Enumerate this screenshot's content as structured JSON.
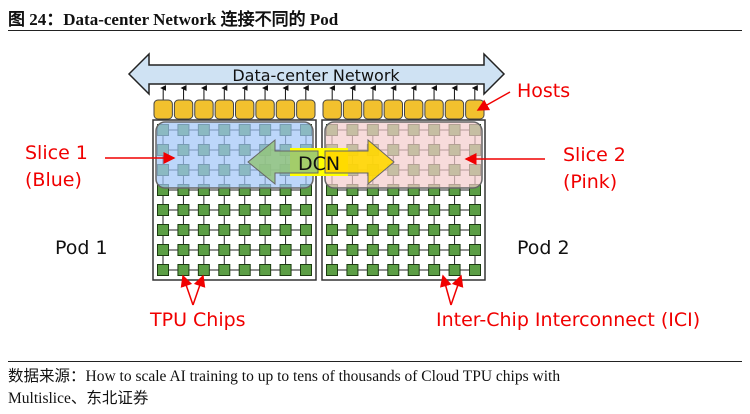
{
  "figure": {
    "title": "图 24：Data-center Network 连接不同的 Pod",
    "source_line1": "数据来源：How to scale AI training to up to tens of thousands of Cloud TPU chips with",
    "source_line2": "Multislice、东北证券"
  },
  "diagram": {
    "network_label": "Data-center Network",
    "dcn_label": "DCN",
    "hosts_label": "Hosts",
    "slice1_label_line1": "Slice 1",
    "slice1_label_line2": "(Blue)",
    "slice2_label_line1": "Slice 2",
    "slice2_label_line2": "(Pink)",
    "pod1_label": "Pod 1",
    "pod2_label": "Pod 2",
    "tpu_label": "TPU Chips",
    "ici_label": "Inter-Chip Interconnect (ICI)",
    "pods": [
      {
        "name": "Pod 1",
        "hosts": 8,
        "grid_cols": 8,
        "grid_rows": 8,
        "slice_rows": 3,
        "slice": "Slice 1 (Blue)"
      },
      {
        "name": "Pod 2",
        "hosts": 8,
        "grid_cols": 8,
        "grid_rows": 8,
        "slice_rows": 3,
        "slice": "Slice 2 (Pink)"
      }
    ],
    "colors": {
      "host": "#f2c12e",
      "chip": "#5c9e45",
      "network_fill": "#cfe2f3",
      "slice1_fill": "#9fc5f8",
      "slice2_fill": "#f4cccc",
      "dcn_fill": "#ffff00",
      "dcn_left_arrow": "#93c47d",
      "dcn_right_arrow": "#ffd700",
      "annotation": "#f00000"
    }
  }
}
